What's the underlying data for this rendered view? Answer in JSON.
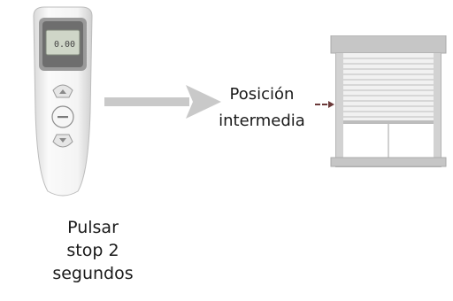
{
  "remote": {
    "display_text": "0.00"
  },
  "arrow_label": {
    "line1": "Posición",
    "line2": "intermedia"
  },
  "caption": {
    "line1": "Pulsar",
    "line2": "stop 2",
    "line3": "segundos"
  },
  "colors": {
    "arrow": "#c9c9c9",
    "remote_body": "#f2f2f2",
    "display": "#cfd6c8",
    "shutter_frame": "#bdbdbd",
    "small_arrow": "#6b3a3a"
  }
}
